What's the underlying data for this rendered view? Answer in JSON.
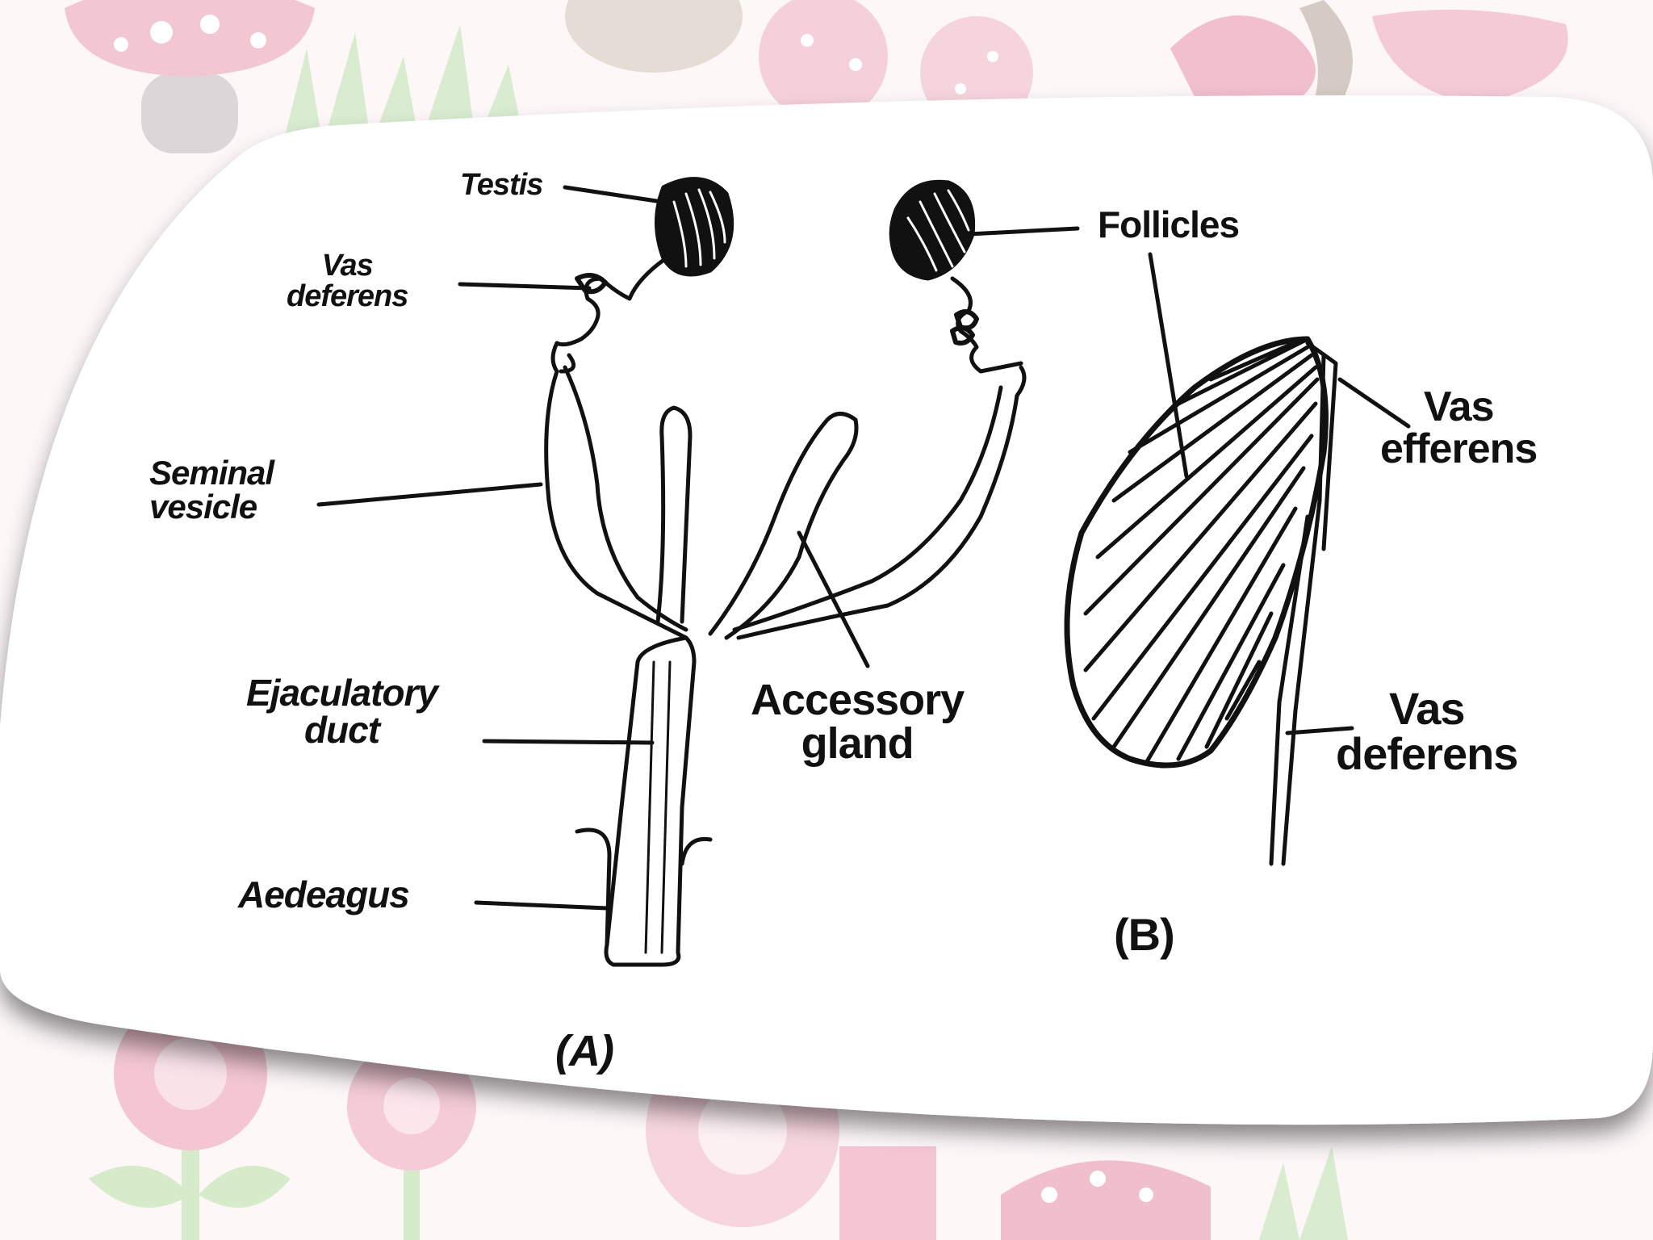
{
  "diagram": {
    "part_a": {
      "caption": "(A)",
      "labels": {
        "testis": "Testis",
        "vas_deferens": [
          "Vas",
          "deferens"
        ],
        "seminal_vesicle": [
          "Seminal",
          "vesicle"
        ],
        "ejaculatory_duct": [
          "Ejaculatory",
          "duct"
        ],
        "aedeagus": "Aedeagus",
        "accessory_gland": [
          "Accessory",
          "gland"
        ]
      }
    },
    "part_b": {
      "caption": "(B)",
      "labels": {
        "follicles": "Follicles",
        "vas_efferens": [
          "Vas",
          "efferens"
        ],
        "vas_deferens": [
          "Vas",
          "deferens"
        ]
      }
    }
  },
  "colors": {
    "background": "#fdf7f8",
    "card": "#ffffff",
    "ink": "#111111",
    "decor_pink": "#f3c9d3",
    "decor_green": "#cfe6c2",
    "decor_brown": "#d8c7c0"
  }
}
